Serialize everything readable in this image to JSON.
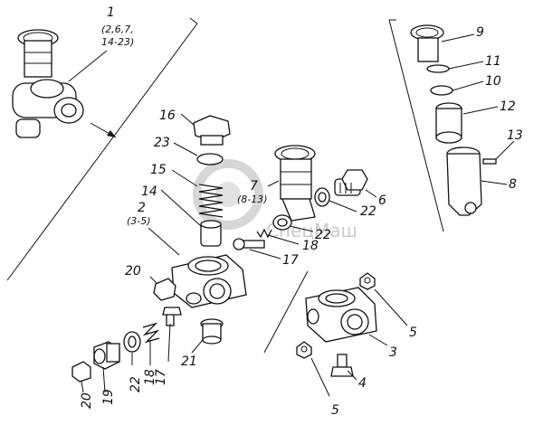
{
  "watermark": "СпецМаш",
  "callouts": {
    "c1": "1",
    "c1_sub1": "(2,6,7,",
    "c1_sub2": "14-23)",
    "c2": "2",
    "c2_sub": "(3-5)",
    "c3": "3",
    "c4": "4",
    "c5a": "5",
    "c5b": "5",
    "c6": "6",
    "c7": "7",
    "c7_sub": "(8-13)",
    "c8": "8",
    "c9": "9",
    "c10": "10",
    "c11": "11",
    "c12": "12",
    "c13": "13",
    "c14": "14",
    "c15": "15",
    "c16": "16",
    "c17a": "17",
    "c17b": "17",
    "c18a": "18",
    "c18b": "18",
    "c19": "19",
    "c20a": "20",
    "c20b": "20",
    "c21": "21",
    "c22a": "22",
    "c22b": "22",
    "c22c": "22",
    "c23": "23"
  }
}
